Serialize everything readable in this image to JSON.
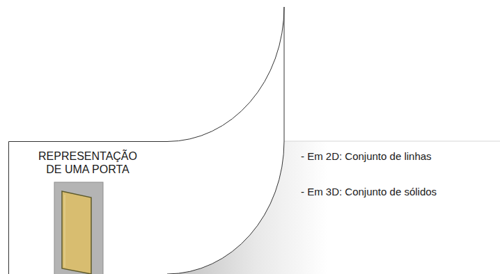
{
  "diagram": {
    "nodes": [
      {
        "text": [
          "REPRESENTAÇÃO DE UMA PORTA"
        ]
      },
      {
        "text": [
          "- Em 2D: Conjunto de linhas",
          "- Em 3D: Conjunto de sólidos"
        ]
      }
    ]
  }
}
